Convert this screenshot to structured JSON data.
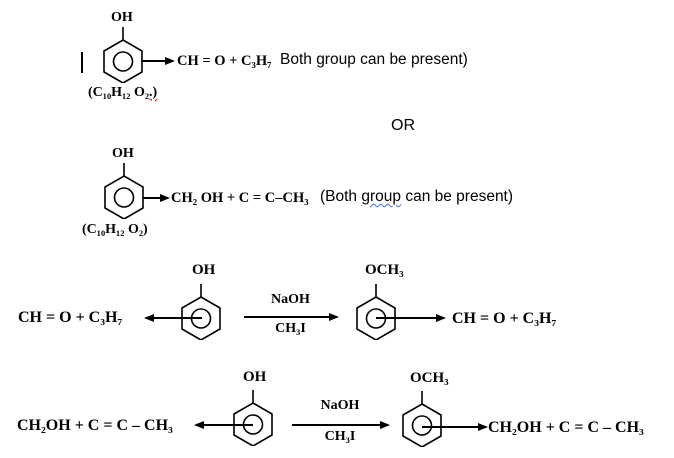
{
  "colors": {
    "ink": "#000000",
    "spellcheck_red": "#c00000",
    "spellcheck_blue": "#3b6fd4"
  },
  "option1": {
    "oh": "OH",
    "products": "CH = O + C₃H₇",
    "note": "Both group can be present)",
    "mol_formula_main": "(C₁₀H₁₂ O",
    "mol_formula_tail": "₂.)"
  },
  "divider": {
    "or": "OR"
  },
  "option2": {
    "oh": "OH",
    "products": "CH₂ OH + C = C–CH₃",
    "note_pre": "(Both ",
    "note_word": "group",
    "note_post": " can be present)",
    "mol_formula": "(C₁₀H₁₂ O₂)"
  },
  "reaction1": {
    "product_left": "CH = O + C₃H₇",
    "phenol_oh": "OH",
    "reagent_top": "NaOH",
    "reagent_bottom": "CH₃I",
    "anisole_och3": "OCH₃",
    "product_right": "CH = O + C₃H₇"
  },
  "reaction2": {
    "product_left": "CH₂OH + C = C – CH₃",
    "phenol_oh": "OH",
    "reagent_top": "NaOH",
    "reagent_bottom": "CH₃I",
    "anisole_och3": "OCH₃",
    "product_right": "CH₂OH + C = C – CH₃"
  }
}
